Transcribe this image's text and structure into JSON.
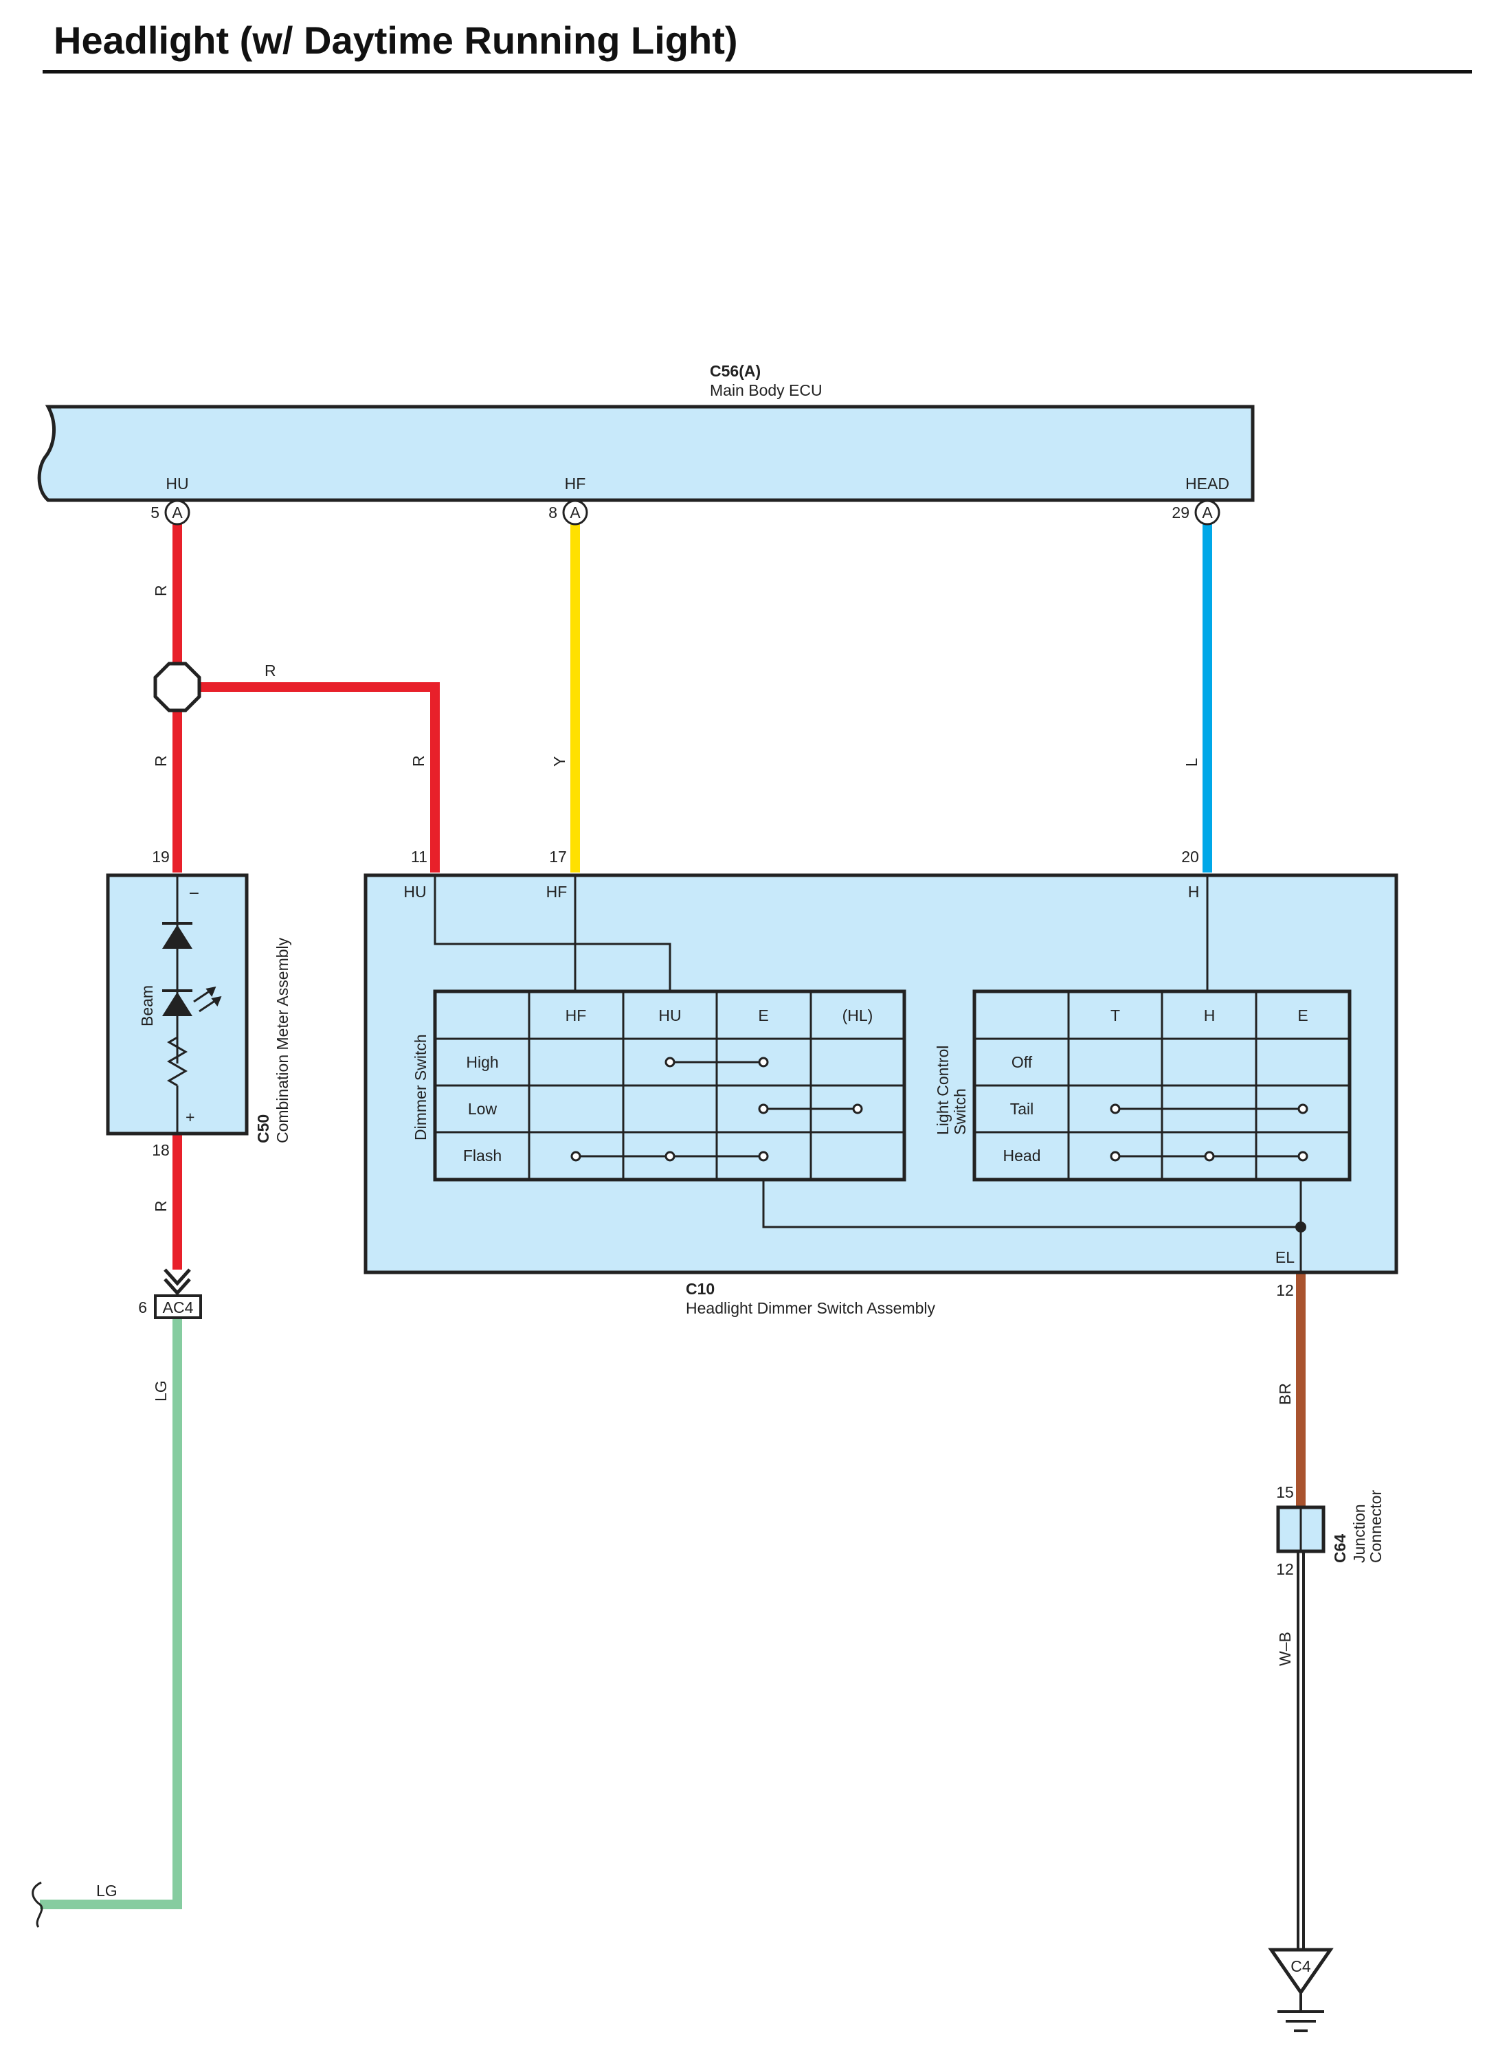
{
  "title": "Headlight (w/ Daytime Running Light)",
  "colors": {
    "R": "#e8202a",
    "Y": "#ffe000",
    "L": "#00a8e8",
    "LG": "#86cca0",
    "BR": "#a9532e",
    "WB": "#222222",
    "component_fill": "#c8e9fa"
  },
  "ecu": {
    "ref": "C56(A)",
    "name": "Main Body ECU",
    "pins": [
      {
        "name": "HU",
        "number": "5",
        "connector": "A"
      },
      {
        "name": "HF",
        "number": "8",
        "connector": "A"
      },
      {
        "name": "HEAD",
        "number": "29",
        "connector": "A"
      }
    ]
  },
  "wires": {
    "r1": "R",
    "r2": "R",
    "r3": "R",
    "r4": "R",
    "r5": "R",
    "y": "Y",
    "l": "L",
    "lg1": "LG",
    "lg2": "LG",
    "br": "BR",
    "wb": "W–B"
  },
  "meter": {
    "ref": "C50",
    "name": "Combination Meter Assembly",
    "inner_label": "Beam",
    "minus": "–",
    "plus": "+",
    "pin_top": "19",
    "pin_bottom": "18"
  },
  "connector_ac4": {
    "pin": "6",
    "label": "AC4"
  },
  "dimmer_assembly": {
    "ref": "C10",
    "name": "Headlight Dimmer Switch Assembly",
    "pins": {
      "hu_number": "11",
      "hu_label": "HU",
      "hf_number": "17",
      "hf_label": "HF",
      "h_number": "20",
      "h_label": "H",
      "el_number": "12",
      "el_label": "EL"
    }
  },
  "dimmer_switch": {
    "title": "Dimmer Switch",
    "columns": [
      "HF",
      "HU",
      "E",
      "(HL)"
    ],
    "rows": [
      "High",
      "Low",
      "Flash"
    ]
  },
  "light_control_switch": {
    "title_line1": "Light Control",
    "title_line2": "Switch",
    "columns": [
      "T",
      "H",
      "E"
    ],
    "rows": [
      "Off",
      "Tail",
      "Head"
    ]
  },
  "junction_connector": {
    "ref": "C64",
    "name_line1": "Junction",
    "name_line2": "Connector",
    "pin_top": "15",
    "pin_bottom": "12"
  },
  "ground": {
    "label": "C4"
  }
}
